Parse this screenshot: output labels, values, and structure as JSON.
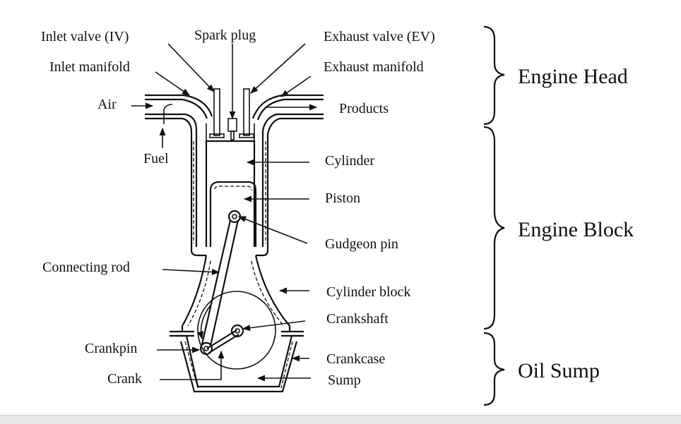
{
  "labels": {
    "inlet_valve": "Inlet valve (IV)",
    "spark_plug": "Spark plug",
    "exhaust_valve": "Exhaust valve (EV)",
    "inlet_manifold": "Inlet manifold",
    "exhaust_manifold": "Exhaust manifold",
    "air": "Air",
    "products": "Products",
    "fuel": "Fuel",
    "cylinder": "Cylinder",
    "piston": "Piston",
    "gudgeon_pin": "Gudgeon pin",
    "connecting_rod": "Connecting rod",
    "cylinder_block": "Cylinder block",
    "crankshaft": "Crankshaft",
    "crankpin": "Crankpin",
    "crankcase": "Crankcase",
    "crank": "Crank",
    "sump": "Sump"
  },
  "sections": {
    "engine_head": "Engine Head",
    "engine_block": "Engine Block",
    "oil_sump": "Oil Sump"
  },
  "colors": {
    "ink": "#111111",
    "background": "#ffffff"
  }
}
